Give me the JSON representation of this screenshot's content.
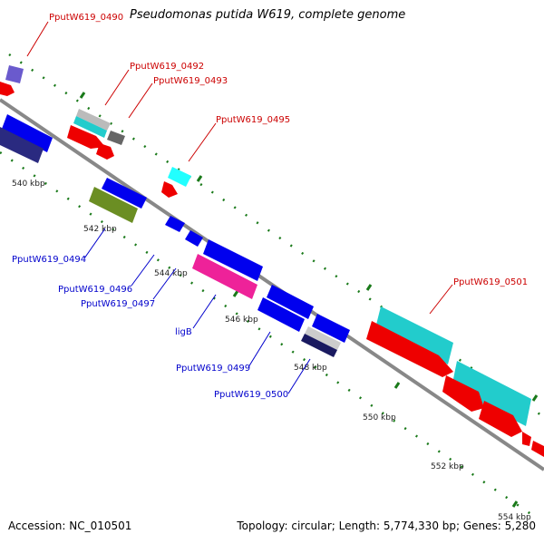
{
  "header": {
    "locus_top_left": "PputW619_0490",
    "organism_title": "Pseudomonas putida W619, complete genome"
  },
  "footer": {
    "accession": "Accession: NC_010501",
    "summary": "Topology: circular; Length: 5,774,330 bp; Genes: 5,280"
  },
  "colors": {
    "forward_label": "#cc0000",
    "reverse_label": "#0000cc",
    "backbone": "#888888",
    "tick": "#1a7a1a",
    "blue": "#0000ee",
    "red": "#ee0000",
    "cyan": "#22cccc",
    "magenta": "#ee2299",
    "olive": "#6b8e23",
    "navy": "#2a2a80",
    "grey": "#888888",
    "purple": "#6a5acd",
    "silver": "#cccccc"
  },
  "scale_labels": [
    "540 kbp",
    "542 kbp",
    "544 kbp",
    "546 kbp",
    "548 kbp",
    "550 kbp",
    "552 kbp",
    "554 kbp"
  ],
  "gene_labels": {
    "forward": [
      "PputW619_0492",
      "PputW619_0493",
      "PputW619_0495",
      "PputW619_0501"
    ],
    "reverse": [
      "PputW619_0494",
      "PputW619_0496",
      "PputW619_0497",
      "ligB",
      "PputW619_0499",
      "PputW619_0500"
    ]
  }
}
